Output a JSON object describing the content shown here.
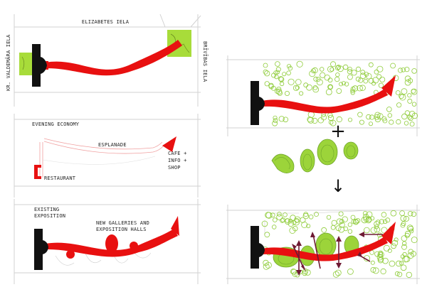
{
  "labels": {
    "street_top": "ELIZABETES IELA",
    "street_left": "KR. VALDEMĀRA IELA",
    "street_right": "BRĪVĪBAS IELA",
    "evening_economy": "EVENING ECONOMY",
    "esplanade": "ESPLANADE",
    "restaurant": "RESTAURANT",
    "cafe_line1": "CAFE +",
    "cafe_line2": "INFO +",
    "cafe_line3": "SHOP",
    "existing_line1": "EXISTING",
    "existing_line2": "EXPOSITION",
    "galleries_line1": "NEW GALLERIES AND",
    "galleries_line2": "EXPOSITION HALLS"
  },
  "symbols": {
    "plus": "+",
    "down_arrow": "↓"
  },
  "colors": {
    "axis_red": "#e81010",
    "park_green": "#a8dc3a",
    "pavilion_green": "#9cd43a",
    "tree_outline": "#8fcc3a",
    "building_black": "#111111",
    "arrow_maroon": "#6e1a33",
    "road_grey": "#d2d2d2"
  }
}
